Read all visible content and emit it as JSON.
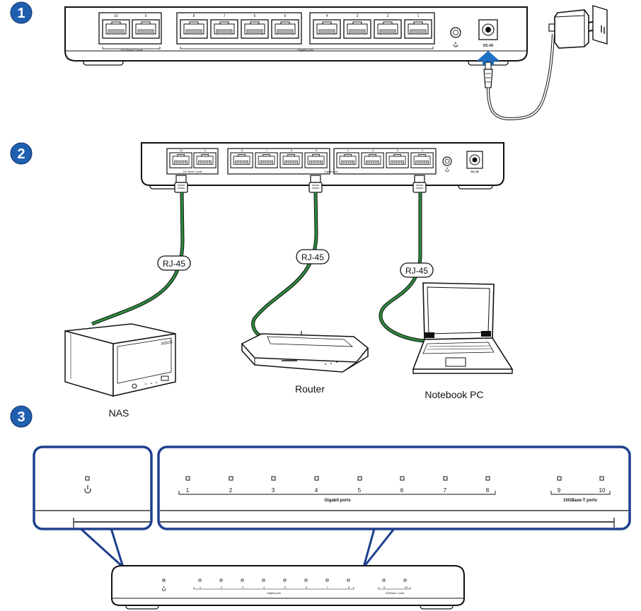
{
  "steps": [
    "1",
    "2",
    "3"
  ],
  "colors": {
    "step_badge": "#1f5fb0",
    "cable_green": "#2e8b3e",
    "arrow_blue": "#1f6fc4",
    "callout_border": "#1e3f8f"
  },
  "switch": {
    "port_numbers": [
      "10",
      "9",
      "8",
      "7",
      "6",
      "5",
      "4",
      "3",
      "2",
      "1"
    ],
    "group_10g": "10G Base-T ports",
    "group_gigabit": "Gigabit ports",
    "dc_label": "DC-IN"
  },
  "connection": {
    "cable_label": "RJ-45",
    "devices": [
      {
        "id": "nas",
        "label": "NAS"
      },
      {
        "id": "router",
        "label": "Router"
      },
      {
        "id": "notebook",
        "label": "Notebook PC"
      }
    ]
  },
  "front_panel": {
    "gigabit_numbers": [
      "1",
      "2",
      "3",
      "4",
      "5",
      "6",
      "7",
      "8"
    ],
    "tengig_numbers": [
      "9",
      "10"
    ],
    "gigabit_label": "Gigabit ports",
    "tengig_label": "10GBase-T ports"
  },
  "icons": {
    "power": "power-icon",
    "adapter": "power-adapter-icon",
    "outlet": "wall-outlet-icon",
    "arrow": "insert-arrow-icon"
  }
}
